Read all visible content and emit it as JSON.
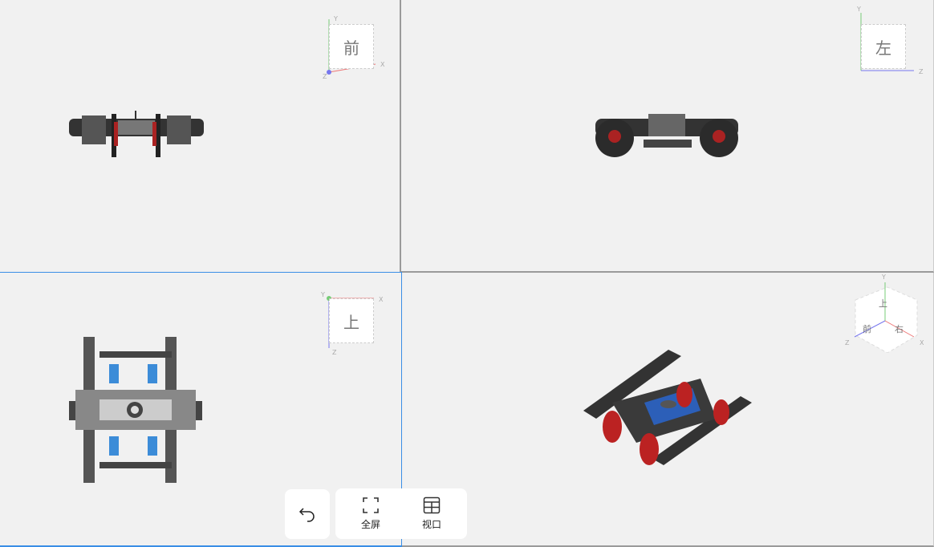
{
  "viewports": [
    {
      "name": "front",
      "cube_label": "前",
      "axes": [
        "Y",
        "X",
        "Z"
      ]
    },
    {
      "name": "left",
      "cube_label": "左",
      "axes": [
        "Y",
        "Z"
      ]
    },
    {
      "name": "top",
      "cube_label": "上",
      "axes": [
        "Y",
        "X",
        "Z"
      ]
    },
    {
      "name": "iso",
      "cube_labels": [
        "上",
        "前",
        "右"
      ],
      "axes": [
        "Y",
        "X",
        "Z"
      ]
    }
  ],
  "toolbar": {
    "undo_icon": "undo-icon",
    "fullscreen_label": "全屏",
    "viewport_label": "视口"
  },
  "colors": {
    "active_border": "#3a8ee6",
    "background": "#f1f1f1"
  }
}
